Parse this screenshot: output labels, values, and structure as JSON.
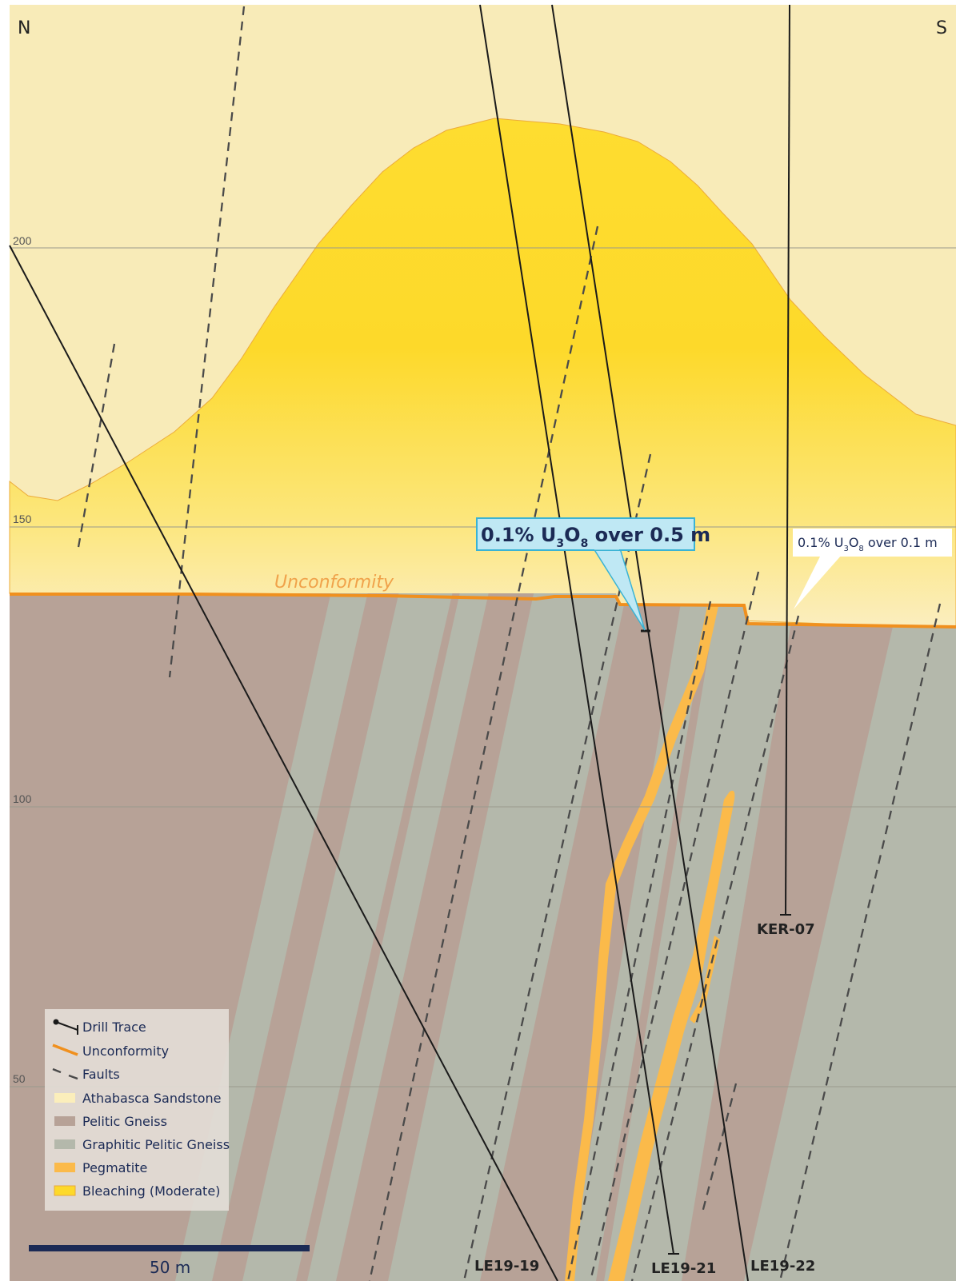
{
  "compass": {
    "north": "N",
    "south": "S"
  },
  "elevation_labels": [
    "200",
    "150",
    "100",
    "50"
  ],
  "unconformity_label": "Unconformity",
  "callouts": {
    "primary": {
      "prefix": "0.1% U",
      "sub1": "3",
      "mid": "O",
      "sub2": "8",
      "suffix": " over 0.5 m"
    },
    "secondary": {
      "prefix": "0.1% U",
      "sub1": "3",
      "mid": "O",
      "sub2": "8",
      "suffix": " over 0.1 m"
    }
  },
  "drill_holes": [
    "LE19-19",
    "LE19-21",
    "LE19-22",
    "KER-07"
  ],
  "legend": {
    "items": [
      {
        "label": "Drill Trace",
        "symbol": "drill-trace-icon"
      },
      {
        "label": "Unconformity",
        "symbol": "unconformity-line-icon",
        "color": "#f0901e"
      },
      {
        "label": "Faults",
        "symbol": "fault-dashed-icon"
      },
      {
        "label": "Athabasca Sandstone",
        "symbol": "swatch",
        "color": "#fbeebb"
      },
      {
        "label": "Pelitic Gneiss",
        "symbol": "swatch",
        "color": "#b7a297"
      },
      {
        "label": "Graphitic Pelitic Gneiss",
        "symbol": "swatch",
        "color": "#b4b8ab"
      },
      {
        "label": "Pegmatite",
        "symbol": "swatch",
        "color": "#fbba4a"
      },
      {
        "label": "Bleaching (Moderate)",
        "symbol": "swatch",
        "color": "#fdd92a"
      }
    ]
  },
  "scale_bar": {
    "label": "50 m"
  },
  "colors": {
    "sandstone": "#f8ebb8",
    "bleaching": "#fdd92a",
    "pelitic_gneiss": "#b7a297",
    "graphitic_gneiss": "#b4b8ab",
    "pegmatite": "#fbba4a",
    "unconformity": "#f0901e",
    "callout_fill": "#bfe8f4",
    "callout_stroke": "#3ab3d4",
    "text_navy": "#1b2a55"
  }
}
